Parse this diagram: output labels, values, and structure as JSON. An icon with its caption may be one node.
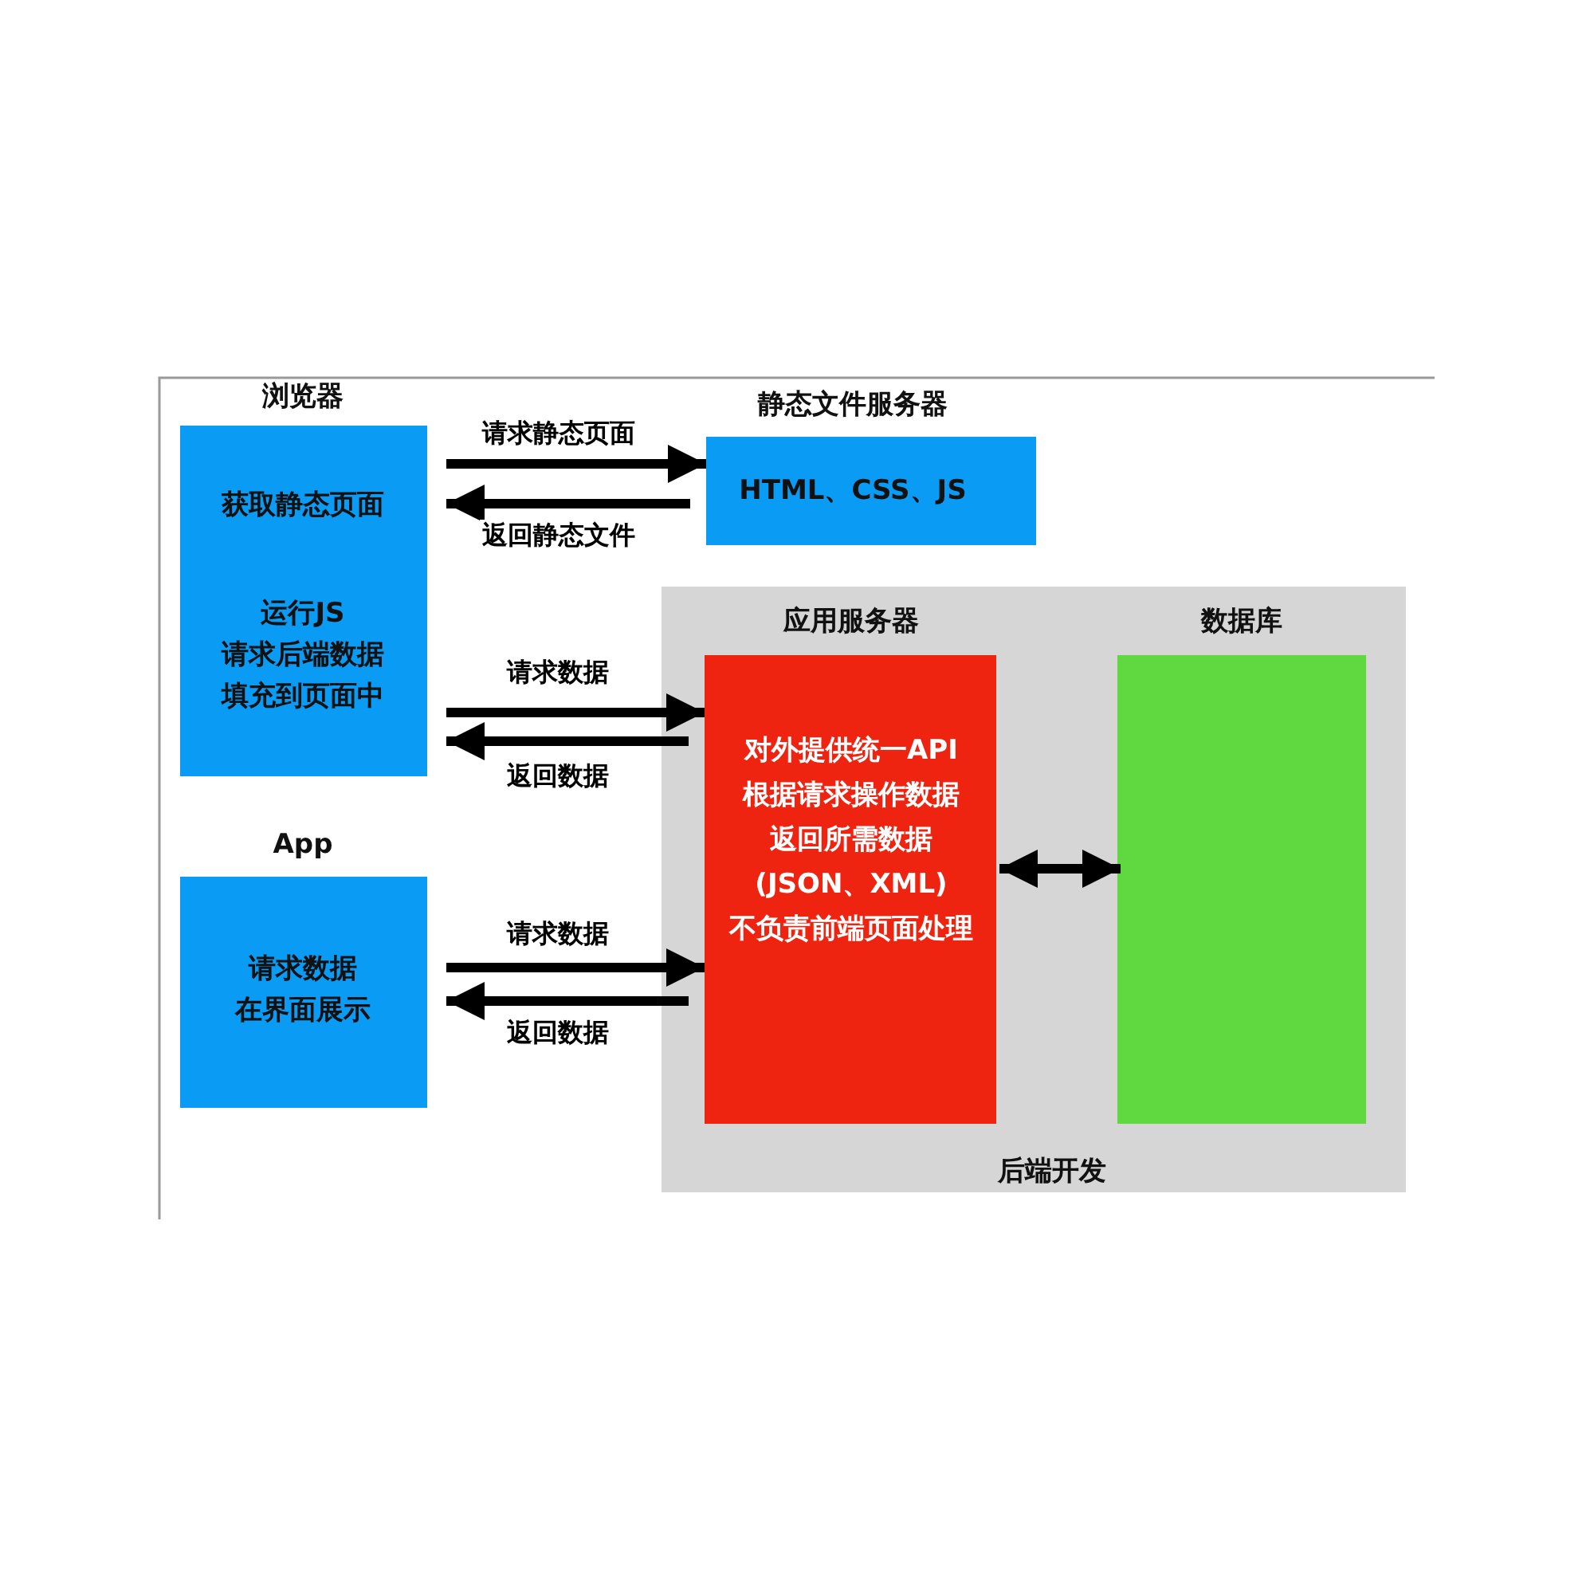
{
  "diagram": {
    "nodes": [
      {
        "text": [
          "浏览器",
          "获取静态页面",
          "运行JS",
          "请求后端数据",
          "填充到页面中"
        ]
      },
      {
        "text": [
          "静态文件服务器",
          "HTML、CSS、JS"
        ]
      },
      {
        "text": [
          "App",
          "请求数据",
          "在界面展示"
        ]
      },
      {
        "text": [
          "后端开发"
        ]
      },
      {
        "text": [
          "应用服务器",
          "对外提供统一API",
          "根据请求操作数据",
          "返回所需数据",
          "(JSON、XML)",
          "不负责前端页面处理"
        ],
        "in": 3
      },
      {
        "text": [
          "数据库"
        ],
        "in": 3
      }
    ],
    "edges": [
      {
        "from": 0,
        "to": 1,
        "arrow": "to",
        "label": "请求静态页面"
      },
      {
        "from": 1,
        "to": 0,
        "arrow": "to",
        "label": "返回静态文件"
      },
      {
        "from": 0,
        "to": 4,
        "arrow": "to",
        "label": "请求数据"
      },
      {
        "from": 4,
        "to": 0,
        "arrow": "to",
        "label": "返回数据"
      },
      {
        "from": 2,
        "to": 4,
        "arrow": "to",
        "label": "请求数据"
      },
      {
        "from": 4,
        "to": 2,
        "arrow": "to",
        "label": "返回数据"
      },
      {
        "from": 4,
        "to": 5,
        "arrow": "both"
      }
    ]
  }
}
